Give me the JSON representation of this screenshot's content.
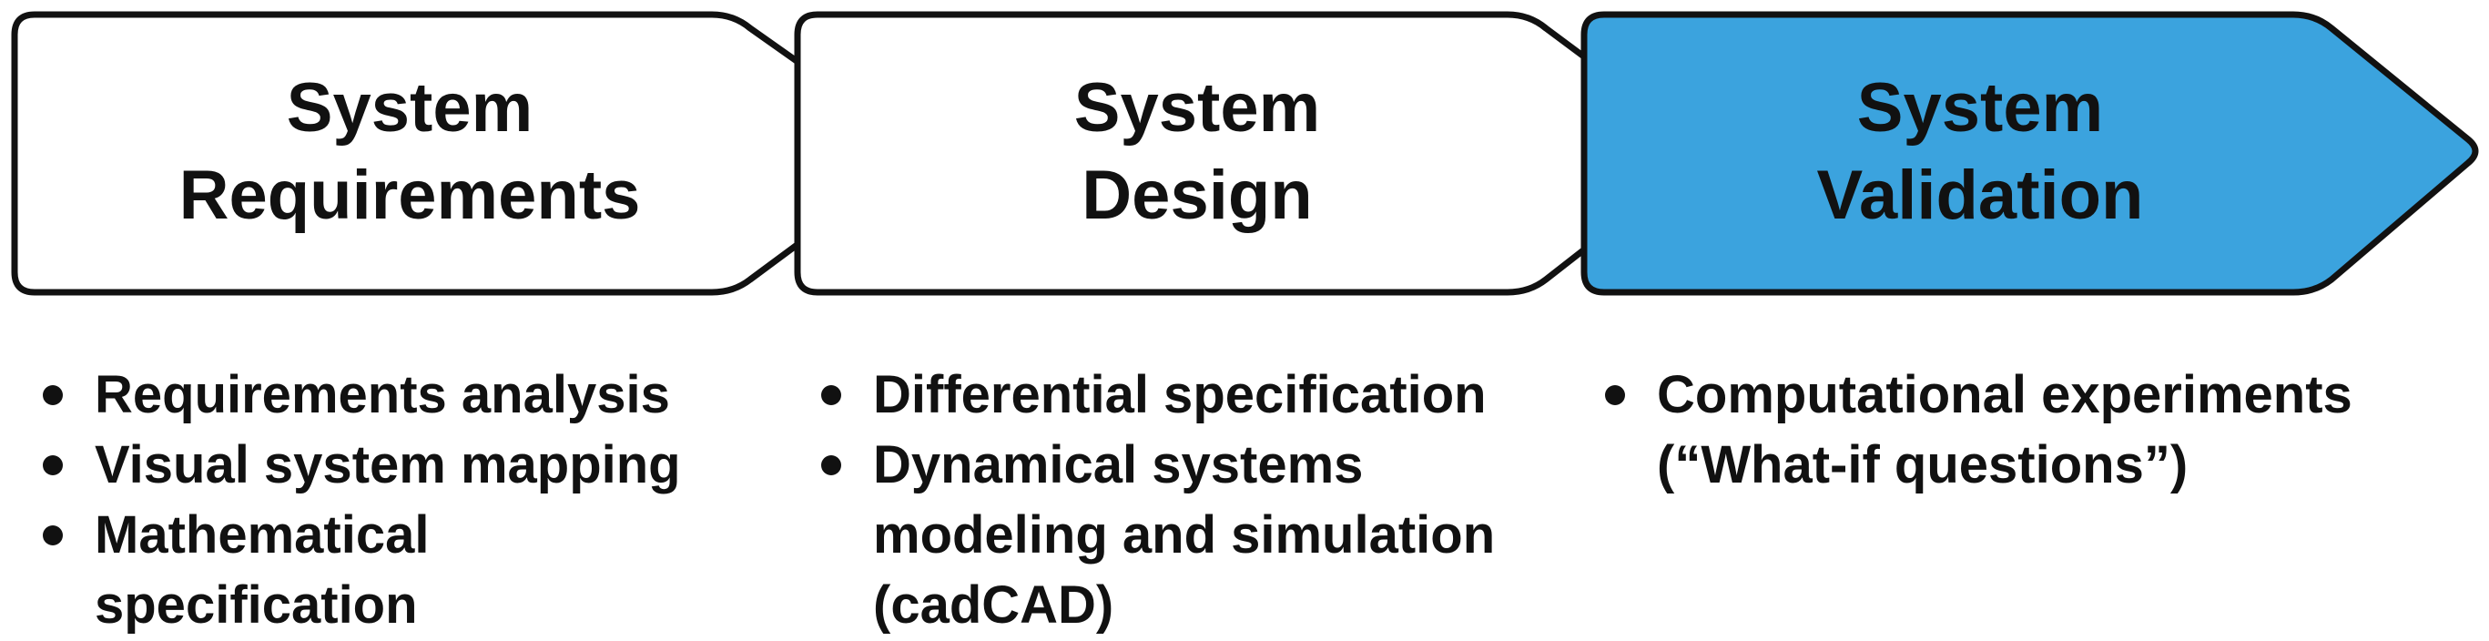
{
  "stages": [
    {
      "title": "System\nRequirements",
      "fill": "#ffffff",
      "bullets": [
        "Requirements analysis",
        "Visual system mapping",
        "Mathematical\nspecification"
      ]
    },
    {
      "title": "System\nDesign",
      "fill": "#ffffff",
      "bullets": [
        "Differential specification",
        "Dynamical systems\nmodeling and simulation\n(cadCAD)"
      ]
    },
    {
      "title": "System\nValidation",
      "fill": "#3ba3de",
      "bullets": [
        "Computational experiments\n(“What-if questions”)"
      ]
    }
  ],
  "colors": {
    "outline": "#111111",
    "highlight": "#3ba3de",
    "text": "#111111"
  }
}
